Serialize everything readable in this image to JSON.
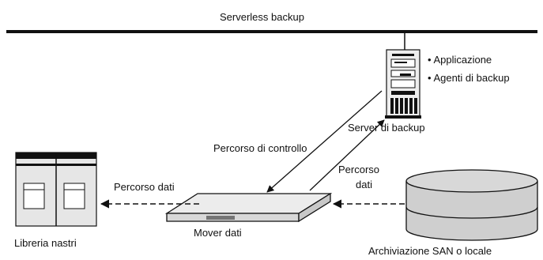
{
  "title": "Serverless backup",
  "server": {
    "bullets": [
      "• Applicazione",
      "• Agenti di backup"
    ],
    "label": "Server di backup"
  },
  "control_path_label": "Percorso di controllo",
  "data_path_left_label": "Percorso dati",
  "data_path_right_label": [
    "Percorso",
    "dati"
  ],
  "tape_library_label": "Libreria nastri",
  "mover_label": "Mover dati",
  "storage_label": "Archiviazione SAN o locale",
  "colors": {
    "line": "#111111",
    "device_fill": "#e6e6e6",
    "dark": "#1a1a1a"
  }
}
